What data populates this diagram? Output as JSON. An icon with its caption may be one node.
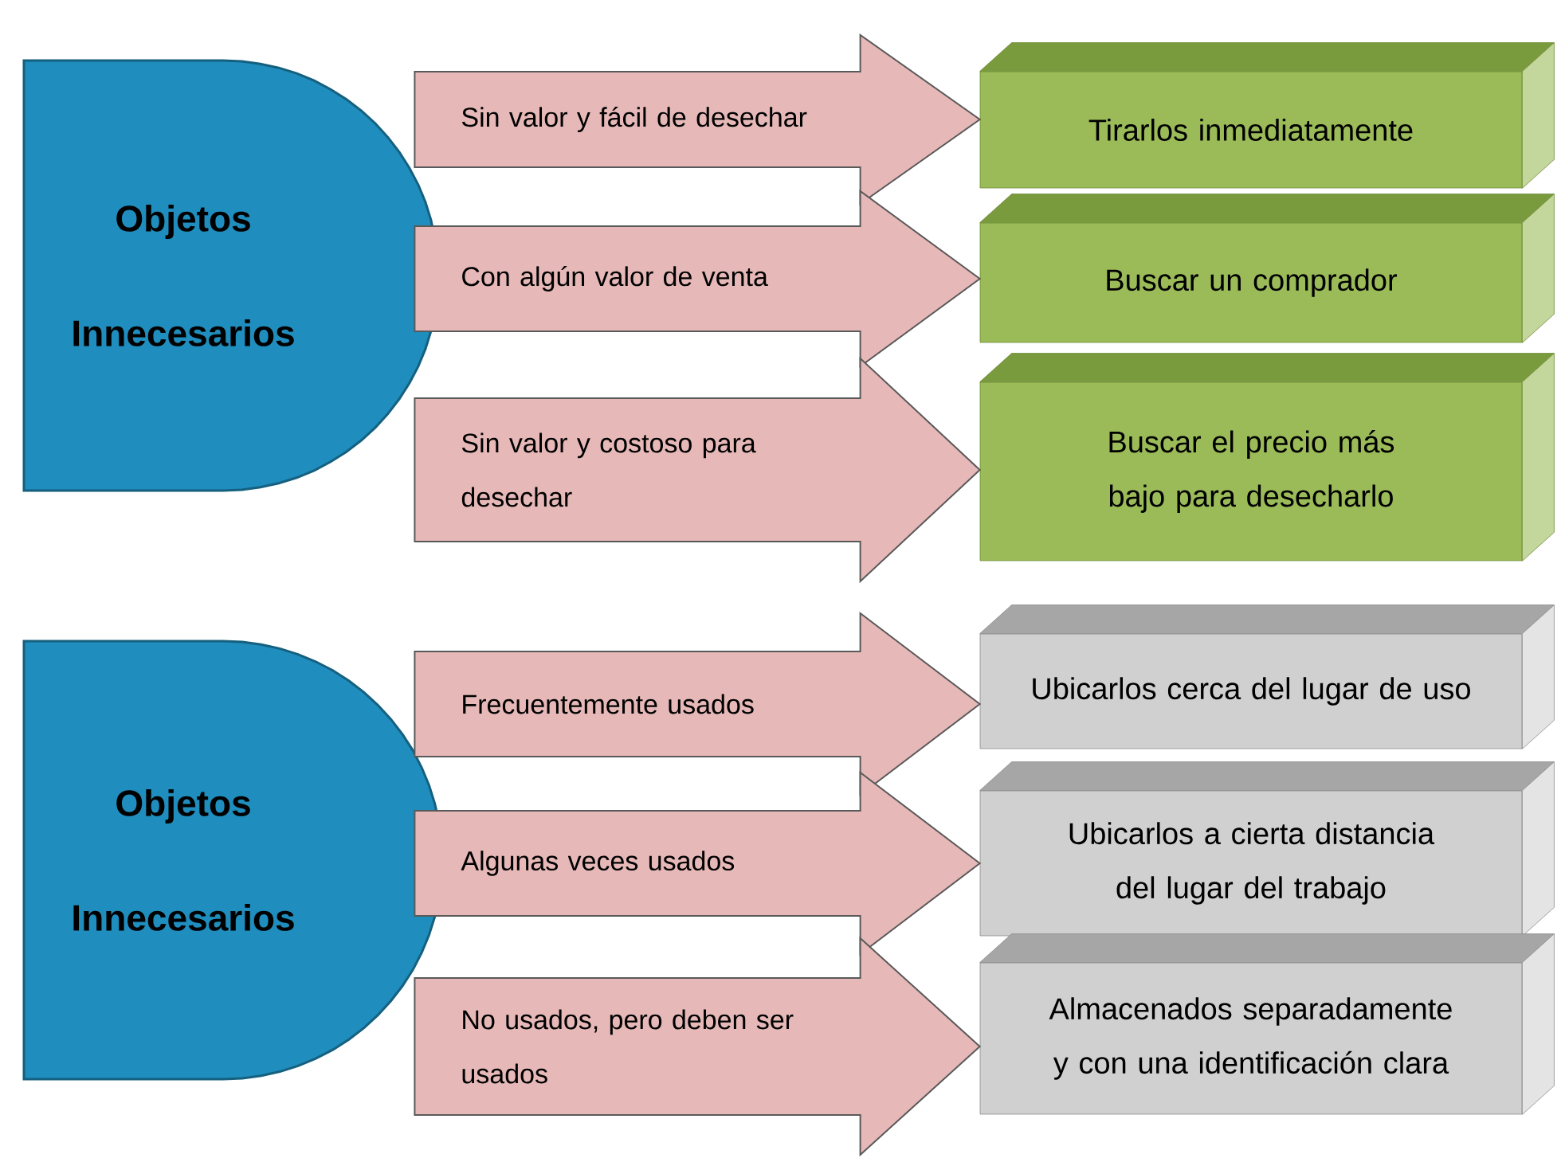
{
  "diagram": {
    "nodes": [
      {
        "text": [
          "Objetos Innecesarios"
        ]
      },
      {
        "text": [
          "Tirarlos inmediatamente"
        ]
      },
      {
        "text": [
          "Buscar un comprador"
        ]
      },
      {
        "text": [
          "Buscar el precio más bajo para desecharlo"
        ]
      },
      {
        "text": [
          "Objetos Innecesarios"
        ]
      },
      {
        "text": [
          "Ubicarlos cerca del lugar de uso"
        ]
      },
      {
        "text": [
          "Ubicarlos a cierta distancia del lugar del trabajo"
        ]
      },
      {
        "text": [
          "Almacenados separadamente y con una identificación clara"
        ]
      }
    ],
    "edges": [
      {
        "from": 0,
        "to": 1,
        "arrow": "to",
        "label": "Sin valor y fácil de desechar"
      },
      {
        "from": 0,
        "to": 2,
        "arrow": "to",
        "label": "Con algún valor de venta"
      },
      {
        "from": 0,
        "to": 3,
        "arrow": "to",
        "label": "Sin valor y costoso para desechar"
      },
      {
        "from": 4,
        "to": 5,
        "arrow": "to",
        "label": "Frecuentemente usados"
      },
      {
        "from": 4,
        "to": 6,
        "arrow": "to",
        "label": "Algunas veces usados"
      },
      {
        "from": 4,
        "to": 7,
        "arrow": "to",
        "label": "No usados, pero deben ser usados"
      }
    ]
  }
}
